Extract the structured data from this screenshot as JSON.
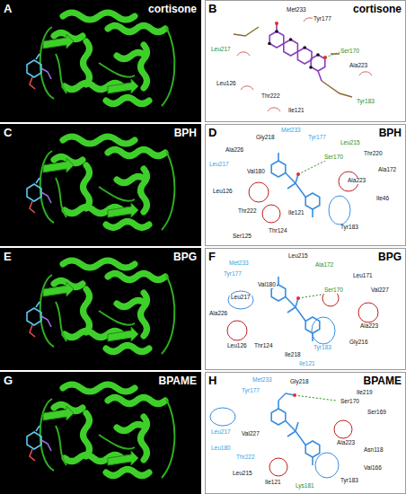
{
  "diagram": {
    "labels": [
      "A",
      "cortisone",
      "B",
      "cortisone",
      "Met233",
      "Tyr177",
      "Leu217",
      "Ser170",
      "Ala223",
      "Leu126",
      "Thr222",
      "Ile121",
      "Tyr183",
      "C",
      "BPH",
      "D",
      "BPH",
      "Gly218",
      "Met233",
      "Tyr177",
      "Leu215",
      "Ala226",
      "Leu217",
      "Ser170",
      "Thr220",
      "Val180",
      "Ala223",
      "Ala172",
      "Leu126",
      "Ile46",
      "Thr222",
      "Ile121",
      "Tyr183",
      "Ser125",
      "Thr124",
      "E",
      "BPG",
      "F",
      "BPG",
      "Leu215",
      "Met233",
      "Ala172",
      "Tyr177",
      "Leu171",
      "Val180",
      "Val227",
      "Leu217",
      "Ser170",
      "Ala226",
      "Ala223",
      "Leu126",
      "Tyr183",
      "Gly216",
      "Thr124",
      "Ile218",
      "Ile121",
      "G",
      "BPAME",
      "H",
      "BPAME",
      "Met233",
      "Gly218",
      "Ile219",
      "Tyr177",
      "Ser170",
      "Ser169",
      "Leu217",
      "Ala223",
      "Val227",
      "Leu180",
      "Asn118",
      "Thr222",
      "Ile121",
      "Tyr183",
      "Val166",
      "Leu215",
      "Lys181"
    ]
  }
}
